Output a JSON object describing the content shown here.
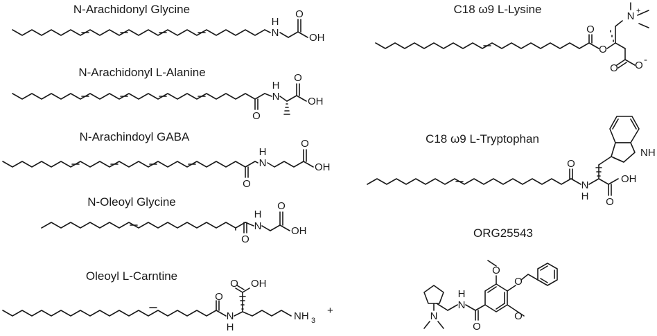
{
  "compounds": [
    {
      "name": "N-Arachidonyl Glycine",
      "atoms": {
        "nh": "H",
        "n": "N",
        "o": "O",
        "oh": "OH"
      }
    },
    {
      "name": "N-Arachidonyl L-Alanine",
      "atoms": {
        "nh": "H",
        "n": "N",
        "o": "O",
        "o_amide": "O",
        "oh": "OH"
      }
    },
    {
      "name": "N-Arachindoyl GABA",
      "atoms": {
        "nh": "H",
        "n": "N",
        "o_amide": "O",
        "o": "O",
        "oh": "OH"
      }
    },
    {
      "name": "N-Oleoyl Glycine",
      "atoms": {
        "nh": "H",
        "n": "N",
        "o_amide": "O",
        "o": "O",
        "oh": "OH"
      }
    },
    {
      "name": "Oleoyl L-Carntine",
      "atoms": {
        "o_acid": "O",
        "oh": "OH",
        "o_amide": "O",
        "n": "N",
        "h": "H",
        "nh3": "NH",
        "sub3": "3",
        "plus": "+"
      }
    },
    {
      "name": "C18 ω9 L-Lysine",
      "atoms": {
        "o_carbonyl": "O",
        "o_ester": "O",
        "n": "N",
        "plus": "+",
        "o_acid": "O",
        "o_minus": "O",
        "minus": "-"
      }
    },
    {
      "name": "C18 ω9 L-Tryptophan",
      "atoms": {
        "nh_ring": "NH",
        "o_amide": "O",
        "n": "N",
        "h": "H",
        "o": "O",
        "oh": "OH"
      }
    },
    {
      "name": "ORG25543",
      "atoms": {
        "n_amine": "N",
        "n_amide": "N",
        "h": "H",
        "o_amide": "O",
        "o_meo1": "O",
        "o_bn": "O",
        "o_meo2": "O"
      }
    }
  ]
}
